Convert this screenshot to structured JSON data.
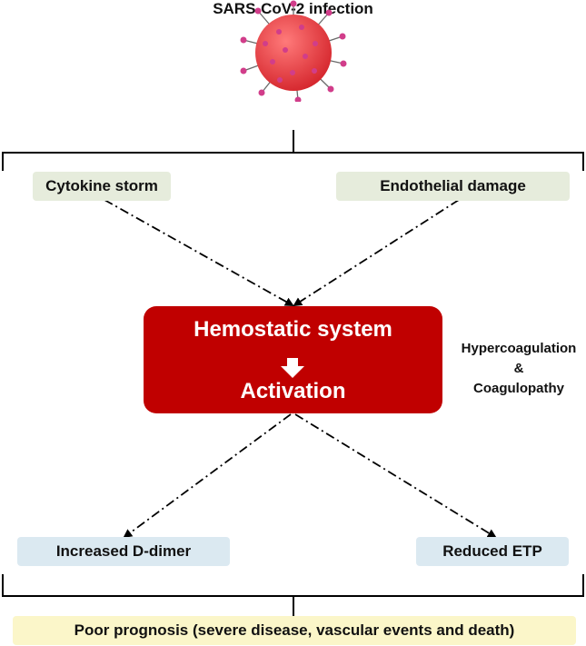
{
  "virus": {
    "label": "SARS-CoV-2 infection",
    "icon": "virus-icon",
    "color": "#e8333a"
  },
  "causes": [
    {
      "label": "Cytokine storm"
    },
    {
      "label": "Endothelial damage"
    }
  ],
  "center": {
    "title": "Hemostatic system",
    "subtitle": "Activation",
    "color": "#c00000"
  },
  "side_note": {
    "line1": "Hypercoagulation",
    "line2": "&",
    "line3": "Coagulopathy"
  },
  "outcomes": [
    {
      "label": "Increased D-dimer"
    },
    {
      "label": "Reduced ETP"
    }
  ],
  "result": {
    "label": "Poor prognosis (severe disease, vascular events and death)"
  },
  "colors": {
    "cause_box": "#e6ecdc",
    "outcome_box": "#dbe9f1",
    "result_box": "#fbf6c9"
  }
}
